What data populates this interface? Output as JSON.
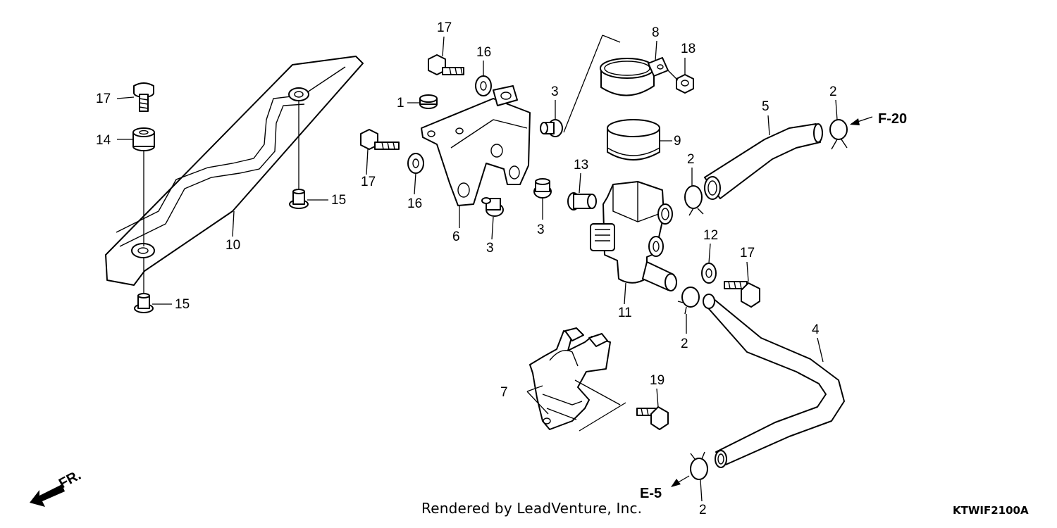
{
  "diagram": {
    "callouts": [
      {
        "label": "17"
      },
      {
        "label": "16"
      },
      {
        "label": "8"
      },
      {
        "label": "18"
      },
      {
        "label": "17"
      },
      {
        "label": "1"
      },
      {
        "label": "3"
      },
      {
        "label": "2"
      },
      {
        "label": "5"
      },
      {
        "label": "14"
      },
      {
        "label": "9"
      },
      {
        "label": "13"
      },
      {
        "label": "2"
      },
      {
        "label": "17"
      },
      {
        "label": "16"
      },
      {
        "label": "15"
      },
      {
        "label": "3"
      },
      {
        "label": "10"
      },
      {
        "label": "6"
      },
      {
        "label": "3"
      },
      {
        "label": "12"
      },
      {
        "label": "17"
      },
      {
        "label": "15"
      },
      {
        "label": "11"
      },
      {
        "label": "2"
      },
      {
        "label": "4"
      },
      {
        "label": "19"
      },
      {
        "label": "7"
      },
      {
        "label": "2"
      }
    ],
    "references": {
      "f20": "F-20",
      "e5": "E-5",
      "front": "FR."
    }
  },
  "footer": {
    "credit": "Rendered by LeadVenture, Inc.",
    "code": "KTWIF2100A"
  }
}
